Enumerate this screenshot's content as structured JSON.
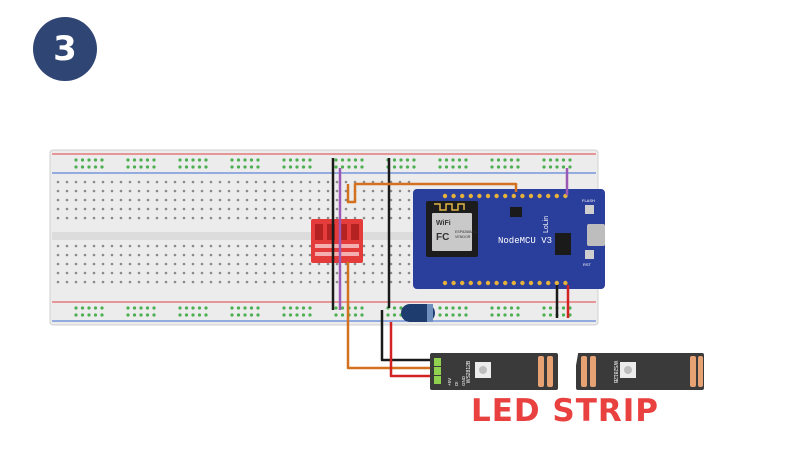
{
  "step": {
    "number": "3"
  },
  "caption": "LED STRIP",
  "nodemcu": {
    "model": "NodeMCU V3",
    "brand": "LoLin",
    "wifi": "WiFi",
    "fcc": "FC",
    "module": "ESP8266MOD",
    "vendor": "VENDOR",
    "flash_label": "FLASH",
    "rst_label": "RST"
  },
  "led_strip": {
    "chip_label": "WS2812B",
    "pad_labels": [
      "+5V",
      "DI",
      "GND"
    ]
  },
  "colors": {
    "badge": "#2f4574",
    "caption": "#e8413f",
    "board": "#2a3e9c",
    "wire_black": "#1a1a1a",
    "wire_red": "#d32222",
    "wire_orange": "#d4711e",
    "wire_purple": "#9b59b6",
    "logic_converter": "#e43b3b",
    "capacitor": "#1f3c6e",
    "strip": "#3a3a3a"
  }
}
